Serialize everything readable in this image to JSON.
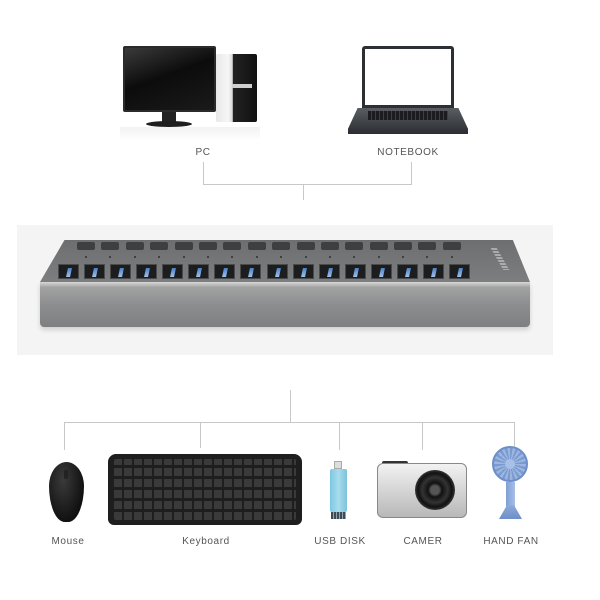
{
  "top_devices": [
    {
      "id": "pc",
      "label": "PC",
      "icon": "desktop-pc-icon"
    },
    {
      "id": "notebook",
      "label": "NOTEBOOK",
      "icon": "laptop-icon"
    }
  ],
  "hub": {
    "name": "16-port USB hub",
    "icon": "usb-hub-icon",
    "port_count": 16,
    "switch_count": 16,
    "colors": {
      "body": "#8d8e90",
      "top": "#747577",
      "port_inner": "#6f9dd6"
    }
  },
  "bottom_devices": [
    {
      "id": "mouse",
      "label": "Mouse",
      "icon": "mouse-icon"
    },
    {
      "id": "keyboard",
      "label": "Keyboard",
      "icon": "keyboard-icon"
    },
    {
      "id": "usb_disk",
      "label": "USB DISK",
      "icon": "usb-flash-drive-icon"
    },
    {
      "id": "camera",
      "label": "CAMER",
      "icon": "camera-icon"
    },
    {
      "id": "hand_fan",
      "label": "HAND FAN",
      "icon": "hand-fan-icon"
    }
  ],
  "connector_color": "#c8c8c8"
}
